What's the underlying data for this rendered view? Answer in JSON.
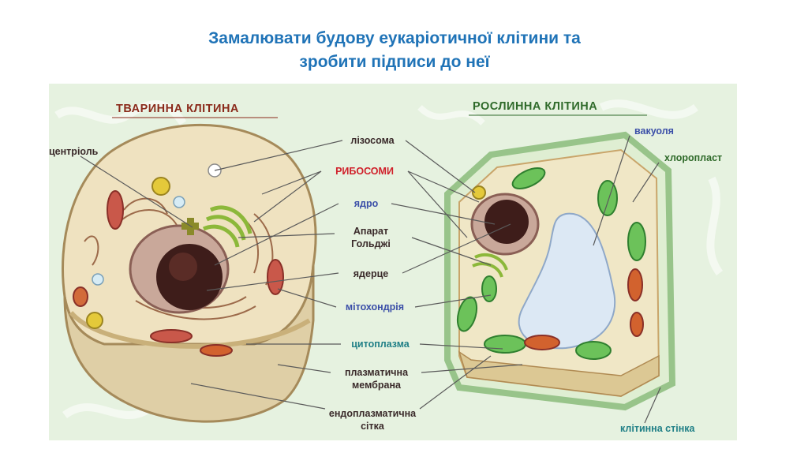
{
  "slide": {
    "title_line1": "Замалювати будову еукаріотичної клітини та",
    "title_line2": "зробити підписи до неї"
  },
  "figure": {
    "animal_header": "ТВАРИННА КЛІТИНА",
    "plant_header": "РОСЛИННА КЛІТИНА",
    "labels": {
      "centriole": "центріоль",
      "lysosome": "лізосома",
      "ribosomes": "РИБОСОМИ",
      "nucleus": "ядро",
      "golgi_line1": "Апарат",
      "golgi_line2": "Гольджі",
      "nucleolus": "ядерце",
      "mitochondria": "мітохондрія",
      "cytoplasm": "цитоплазма",
      "membrane_line1": "плазматична",
      "membrane_line2": "мембрана",
      "er_line1": "ендоплазматична",
      "er_line2": "сітка",
      "vacuole": "вакуоля",
      "chloroplast": "хлоропласт",
      "cell_wall": "клітинна стінка"
    },
    "colors": {
      "title": "#1f73b7",
      "label_dark": "#3a2a2a",
      "label_red": "#d0202a",
      "label_blue": "#3b4fa8",
      "label_teal": "#1f7f86",
      "header_animal": "#8a2a1a",
      "header_plant": "#2f6a2a",
      "background_green": "#e4f1de"
    }
  }
}
